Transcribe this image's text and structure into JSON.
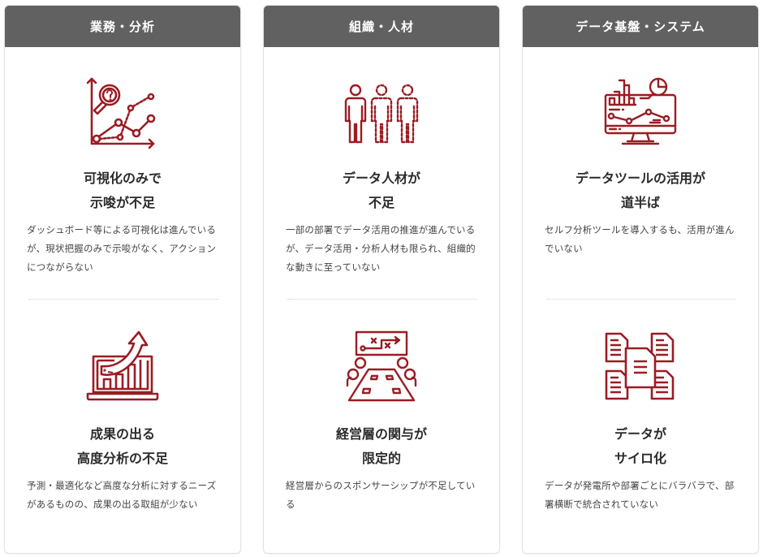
{
  "accent_color": "#9b1c23",
  "header_color": "#616161",
  "columns": [
    {
      "header": "業務・分析",
      "items": [
        {
          "icon": "analytics-question-chart-icon",
          "title_line1": "可視化のみで",
          "title_line2": "示唆が不足",
          "description": "ダッシュボード等による可視化は進んでいるが、現状把握のみで示唆がなく、アクションにつながらない"
        },
        {
          "icon": "laptop-growth-chart-icon",
          "title_line1": "成果の出る",
          "title_line2": "高度分析の不足",
          "description": "予測・最適化など高度な分析に対するニーズがあるものの、成果の出る取組が少ない"
        }
      ]
    },
    {
      "header": "組織・人材",
      "items": [
        {
          "icon": "people-shortage-icon",
          "title_line1": "データ人材が",
          "title_line2": "不足",
          "description": "一部の部署でデータ活用の推進が進んでいるが、データ活用・分析人材も限られ、組織的な動きに至っていない"
        },
        {
          "icon": "executive-meeting-strategy-icon",
          "title_line1": "経営層の関与が",
          "title_line2": "限定的",
          "description": "経営層からのスポンサーシップが不足している"
        }
      ]
    },
    {
      "header": "データ基盤・システム",
      "items": [
        {
          "icon": "monitor-dashboard-icon",
          "title_line1": "データツールの活用が",
          "title_line2": "道半ば",
          "description": "セルフ分析ツールを導入するも、活用が進んでいない"
        },
        {
          "icon": "siloed-documents-icon",
          "title_line1": "データが",
          "title_line2": "サイロ化",
          "description": "データが発電所や部署ごとにバラバラで、部署横断で統合されていない"
        }
      ]
    }
  ]
}
